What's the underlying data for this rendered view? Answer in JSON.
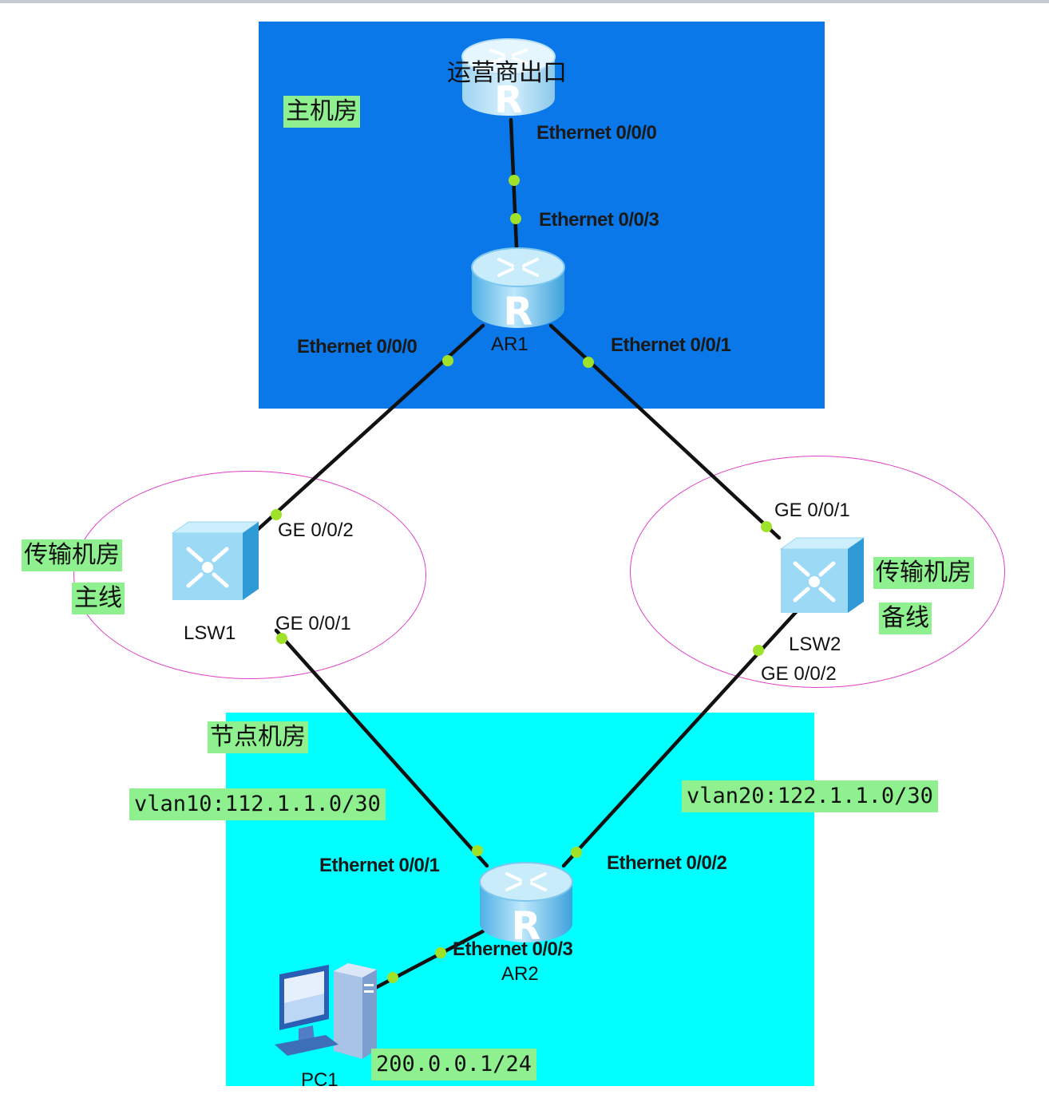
{
  "zones": {
    "main_room": "主机房",
    "node_room": "节点机房",
    "trans_main_line1": "传输机房",
    "trans_main_line2": "主线",
    "trans_backup_line1": "传输机房",
    "trans_backup_line2": "备线"
  },
  "devices": {
    "isp_router": "运营商出口",
    "ar1": "AR1",
    "ar2": "AR2",
    "lsw1": "LSW1",
    "lsw2": "LSW2",
    "pc1": "PC1"
  },
  "ports": {
    "isp_e000": "Ethernet 0/0/0",
    "ar1_e003": "Ethernet 0/0/3",
    "ar1_e000": "Ethernet 0/0/0",
    "ar1_e001": "Ethernet 0/0/1",
    "lsw1_ge002": "GE 0/0/2",
    "lsw1_ge001": "GE 0/0/1",
    "lsw2_ge001": "GE 0/0/1",
    "lsw2_ge002": "GE 0/0/2",
    "ar2_e001": "Ethernet 0/0/1",
    "ar2_e002": "Ethernet 0/0/2",
    "ar2_e003": "Ethernet 0/0/3"
  },
  "addresses": {
    "vlan10": "vlan10:112.1.1.0/30",
    "vlan20": "vlan20:122.1.1.0/30",
    "pc_ip": "200.0.0.1/24"
  },
  "colors": {
    "main_zone": "#0a78e8",
    "node_zone": "#00ffff",
    "label_bg": "#8ef08e",
    "link": "#111111",
    "port_dot": "#9fe22a",
    "ellipse": "#e040c8"
  }
}
